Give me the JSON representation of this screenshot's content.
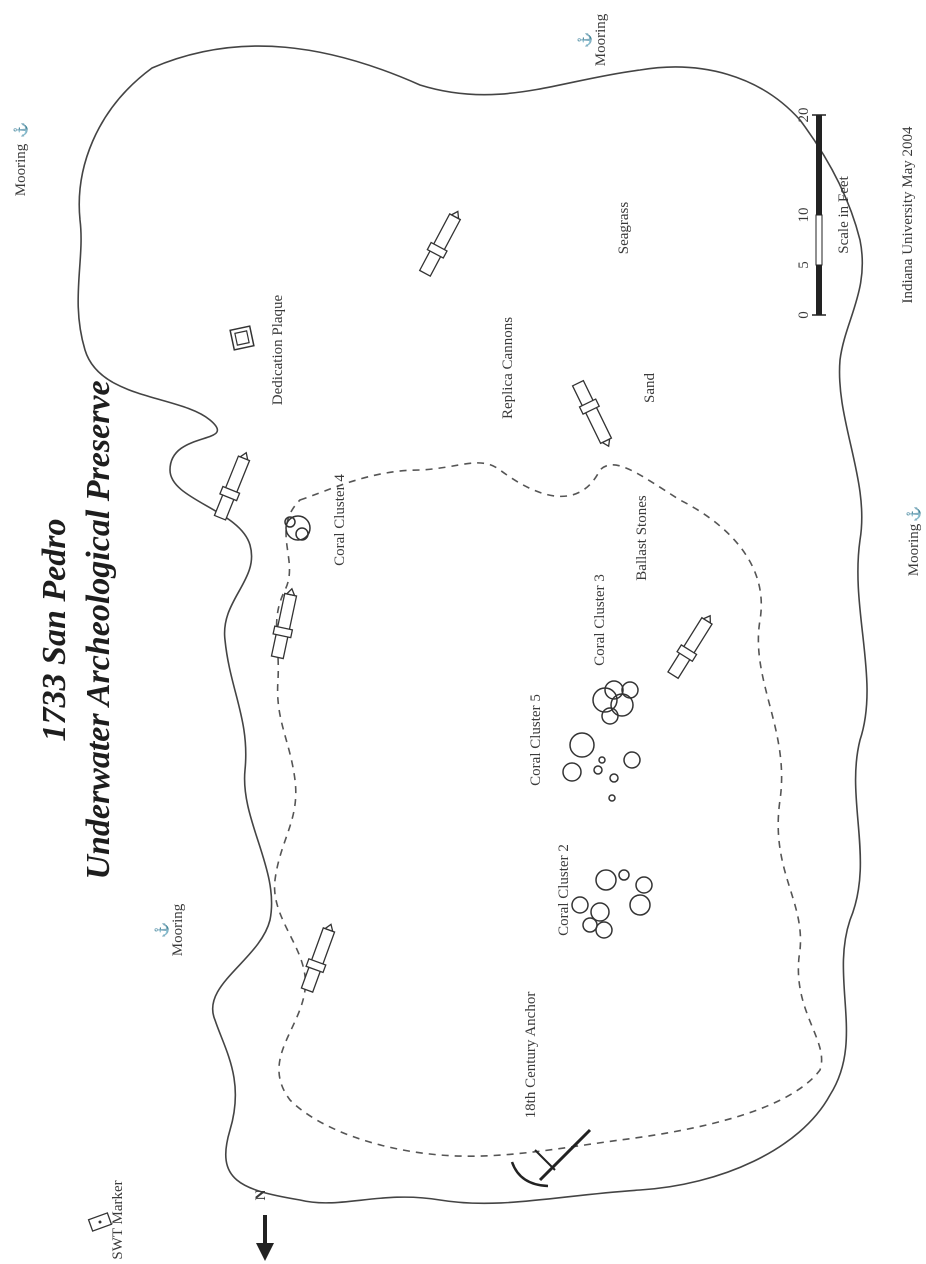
{
  "title": {
    "line1": "1733 San Pedro",
    "line2": "Underwater Archeological Preserve"
  },
  "north_label": "N",
  "labels": {
    "mooring_ne": "Mooring",
    "mooring_nw": "Mooring",
    "mooring_w": "Mooring",
    "mooring_se": "Mooring",
    "dedication_plaque": "Dedication Plaque",
    "replica_cannons": "Replica Cannons",
    "seagrass": "Seagrass",
    "sand": "Sand",
    "coral_cluster_4": "Coral Cluster 4",
    "ballast_stones": "Ballast Stones",
    "coral_cluster_3": "Coral Cluster 3",
    "coral_cluster_5": "Coral Cluster 5",
    "coral_cluster_2": "Coral Cluster 2",
    "anchor": "18th Century Anchor",
    "swt_marker": "SWT Marker"
  },
  "scale": {
    "label": "Scale in Feet",
    "ticks": [
      "0",
      "5",
      "10",
      "20"
    ]
  },
  "credit": "Indiana University May 2004",
  "icons": {
    "north_arrow": "arrow-down-icon",
    "mooring": "mooring-icon",
    "cannon": "cannon-icon",
    "anchor": "anchor-icon",
    "plaque": "plaque-icon",
    "marker": "marker-icon"
  }
}
